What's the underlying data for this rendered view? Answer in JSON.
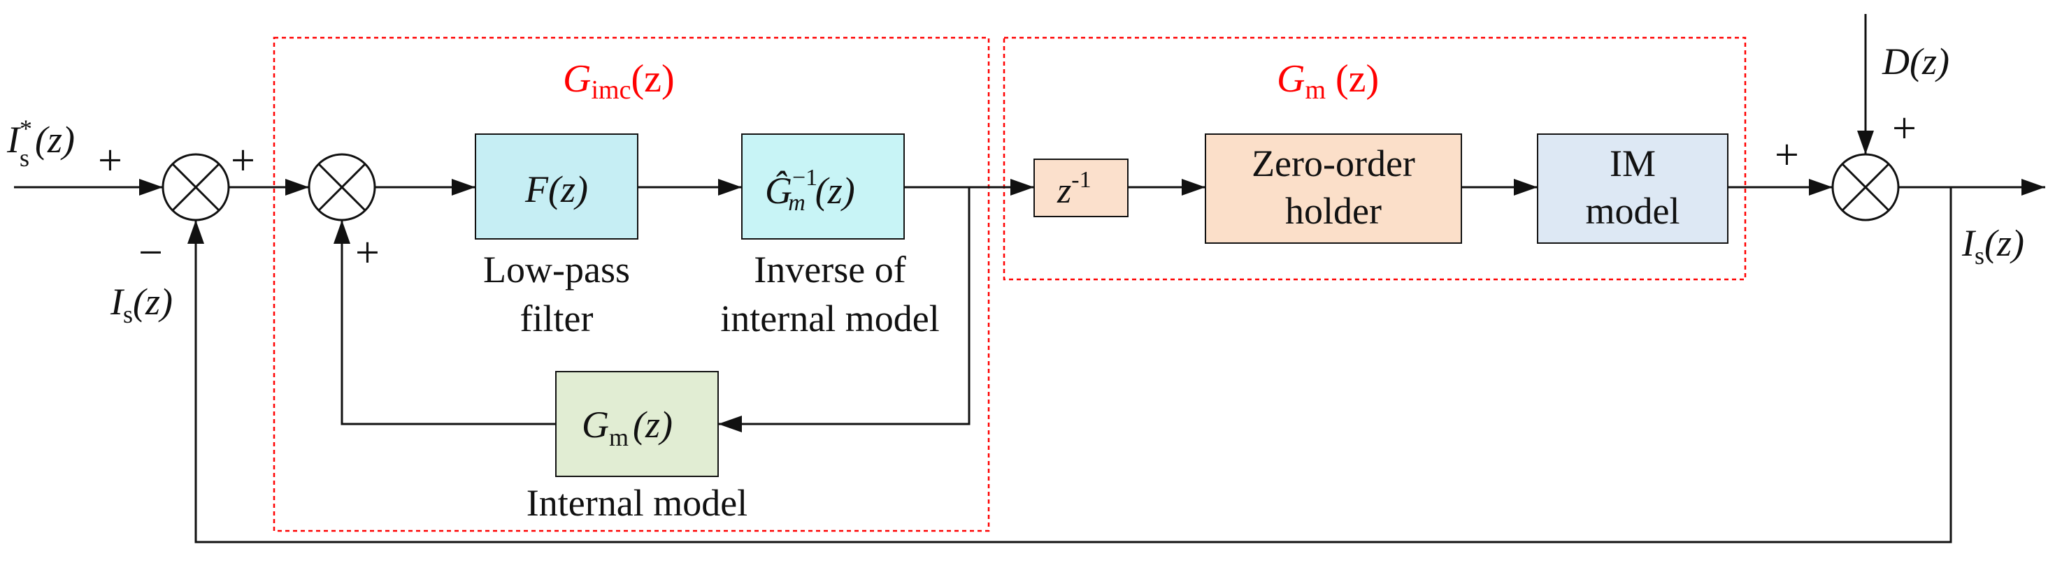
{
  "colors": {
    "stroke": "#111111",
    "dashed_box": "#ff0000",
    "lowpass_fill": "#c6eef4",
    "inverse_fill": "#c8f4f6",
    "internal_model_fill": "#e1edd3",
    "delay_fill": "#fbe0cc",
    "zoh_fill": "#fbdfc9",
    "im_model_fill": "#dde8f4"
  },
  "groups": {
    "imc": {
      "label_main": "G",
      "label_sub": "imc",
      "label_arg": "(z)"
    },
    "plant": {
      "label_main": "G",
      "label_sub": "m",
      "label_arg": " (z)"
    }
  },
  "blocks": {
    "lowpass": {
      "math": "F(z)",
      "caption_line1": "Low-pass",
      "caption_line2": "filter"
    },
    "inverse": {
      "math_main": "Ĝ",
      "math_sup": "−1",
      "math_sub": "m",
      "math_arg": "(z)",
      "caption_line1": "Inverse of",
      "caption_line2": "internal model"
    },
    "internal_model": {
      "math_main": "G",
      "math_sub": "m",
      "math_arg": "(z)",
      "caption": "Internal model"
    },
    "delay": {
      "math_main": "z",
      "math_sup": "-1"
    },
    "zoh": {
      "line1": "Zero-order",
      "line2": "holder"
    },
    "im_model": {
      "line1": "IM",
      "line2": "model"
    }
  },
  "signals": {
    "reference": {
      "main": "I",
      "sup": "*",
      "sub": "s",
      "arg": "(z)"
    },
    "feedback": {
      "main": "I",
      "sub": "s",
      "arg": "(z)"
    },
    "output": {
      "main": "I",
      "sub": "s",
      "arg": "(z)"
    },
    "disturbance": {
      "main": "D",
      "arg": "(z)"
    }
  },
  "signs": {
    "sum1_input": "+",
    "sum1_feedback": "−",
    "sum2_input": "+",
    "sum2_feedback": "+",
    "sum3_input": "+",
    "sum3_disturbance": "+"
  }
}
